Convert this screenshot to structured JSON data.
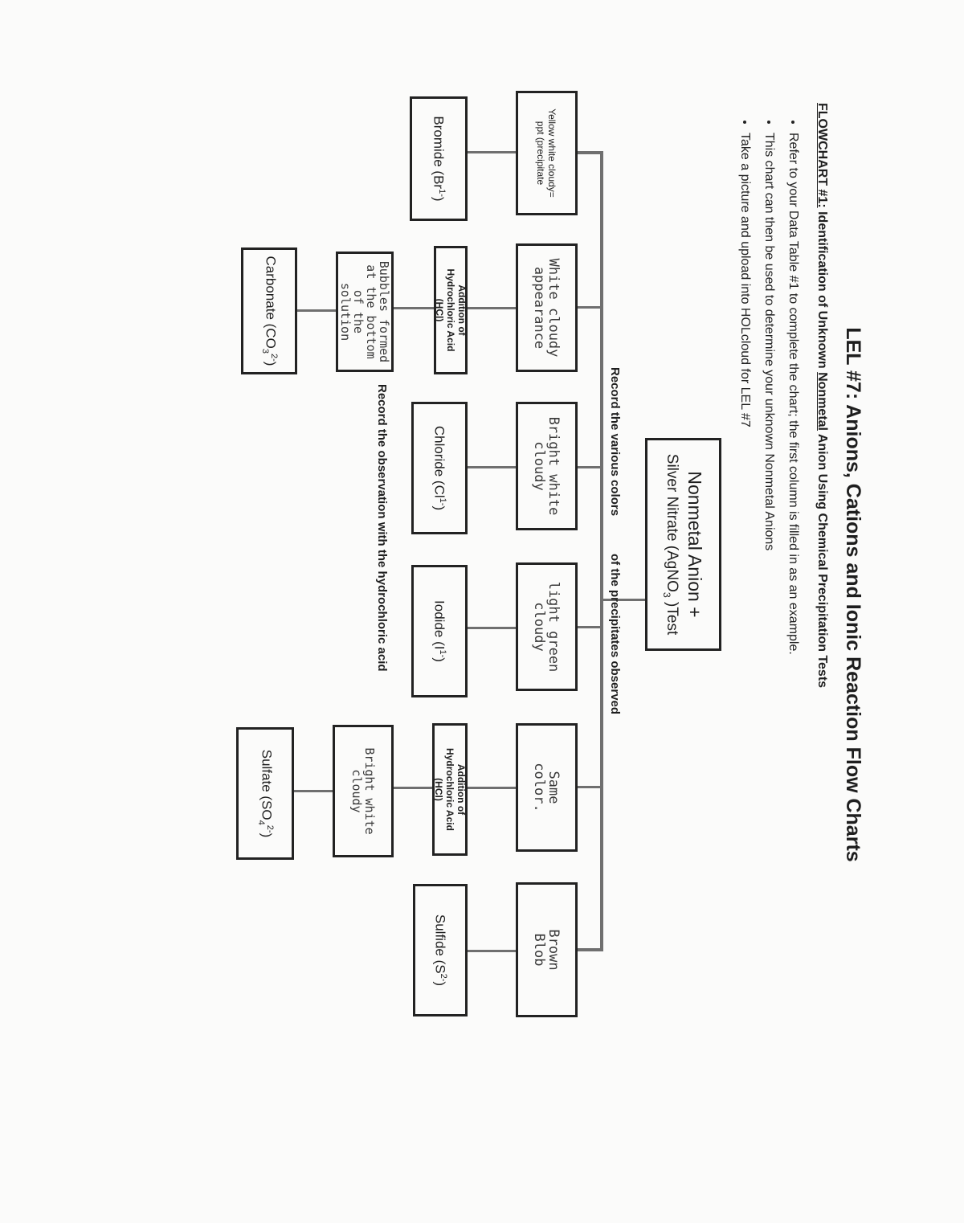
{
  "title": "LEL #7:  Anions, Cations and Ionic Reaction Flow Charts",
  "subtitle": {
    "prefix": "FLOWCHART #1:",
    "part1": "  Identification of Unknown ",
    "underlined": "Nonmetal",
    "part2": " Anion Using Chemical Precipitation Tests"
  },
  "bullets": [
    "Refer to your Data Table #1 to complete the chart; the first column is filled in as an example.",
    "This chart can then be used to determine your unknown Nonmetal Anions",
    "Take a picture and upload into HOLcloud for LEL #7"
  ],
  "root": {
    "line1": "Nonmetal Anion +",
    "line2_before": "Silver Nitrate (AgNO",
    "line2_sub": "3",
    "line2_after": " )Test"
  },
  "label_colors_left": "Record the various colors",
  "label_colors_right": "of the precipitates observed",
  "label_hcl": "Record the observation with the hydrochloric acid",
  "observations": [
    "Yellow white cloudy=\nppt (precipitate",
    "White cloudy\nappearance",
    "Bright white\ncloudy",
    "light green\ncloudy",
    "Same\ncolor.",
    "Brown\nBlob"
  ],
  "hcl_boxes": [
    "Addition of\nHydrochloric Acid\n(HCl)",
    "Addition of\nHydrochloric Acid\n(HCl)"
  ],
  "hcl_observations": [
    "Bubbles formed\nat the bottom\nof the solution",
    "Bright white\ncloudy"
  ],
  "ions": {
    "bromide": {
      "name": "Bromide (Br",
      "charge": "1-",
      "close": ")"
    },
    "chloride": {
      "name": "Chloride (Cl",
      "charge": "1-",
      "close": ")"
    },
    "iodide": {
      "name": "Iodide (I",
      "charge": "1-",
      "close": ")"
    },
    "sulfide": {
      "name": "Sulfide (S",
      "charge": "2-",
      "close": ")"
    },
    "carbonate": {
      "name": "Carbonate (CO",
      "sub": "3",
      "charge": "2-",
      "close": ")"
    },
    "sulfate": {
      "name": "Sulfate (SO",
      "sub": "4",
      "charge": "2-",
      "close": ")"
    }
  },
  "colors": {
    "ink": "#1e1e1e",
    "connector": "#6f6f6f",
    "paper": "#fbfbfa"
  }
}
